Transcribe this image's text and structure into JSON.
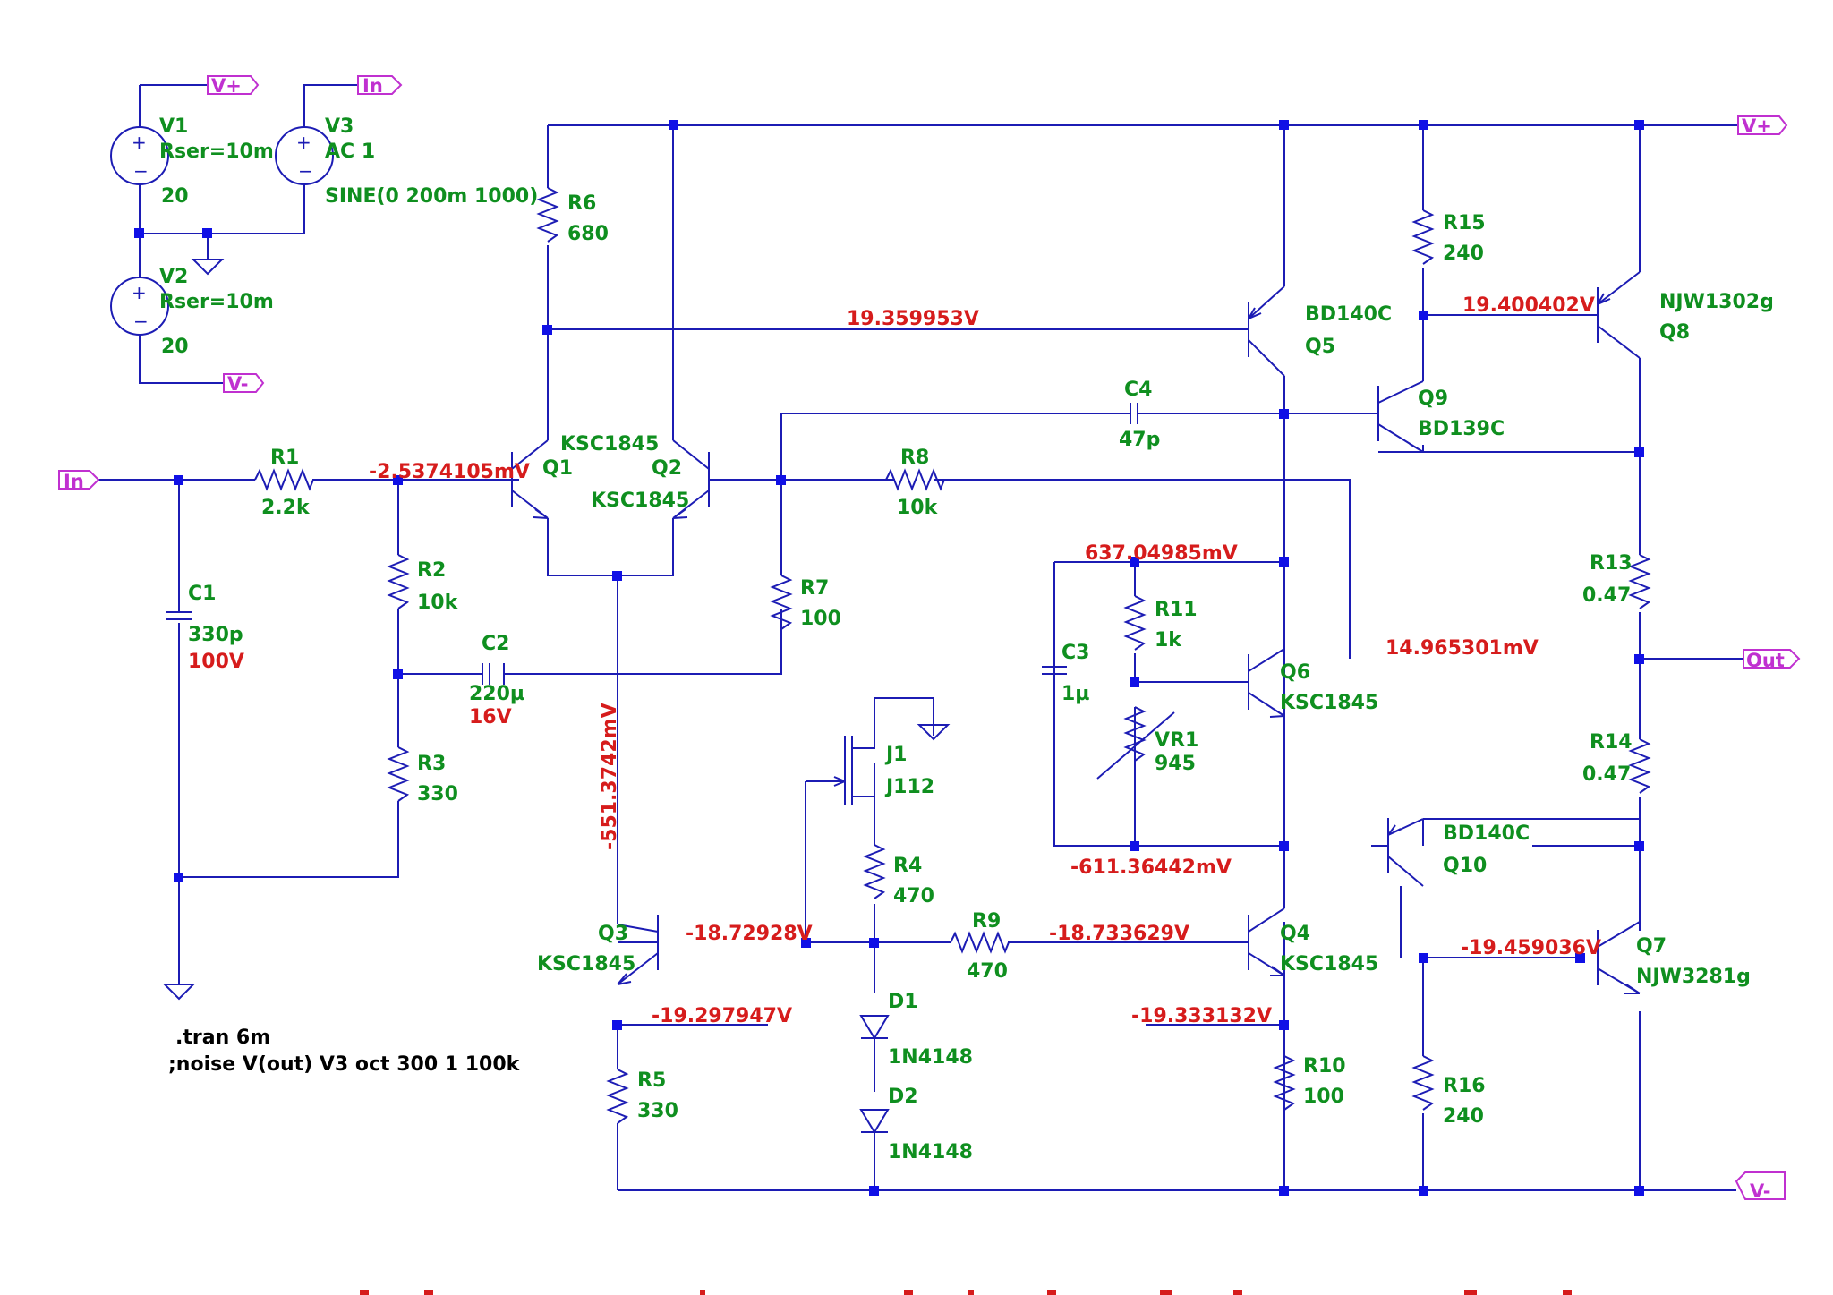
{
  "colors": {
    "wire": "#1c1cb4",
    "junction": "#1010e6",
    "component_label": "#0f8f1f",
    "node_voltage": "#d61c1c",
    "net_label": "#c030d0",
    "directive": "#000000"
  },
  "nets": {
    "vplus": "V+",
    "vminus": "V-",
    "in": "In",
    "out": "Out"
  },
  "components": {
    "V1": {
      "name": "V1",
      "param": "Rser=10m",
      "value": "20"
    },
    "V2": {
      "name": "V2",
      "param": "Rser=10m",
      "value": "20"
    },
    "V3": {
      "name": "V3",
      "param": "AC 1",
      "value": "SINE(0 200m 1000)"
    },
    "R1": {
      "name": "R1",
      "value": "2.2k"
    },
    "R2": {
      "name": "R2",
      "value": "10k"
    },
    "R3": {
      "name": "R3",
      "value": "330"
    },
    "R4": {
      "name": "R4",
      "value": "470"
    },
    "R5": {
      "name": "R5",
      "value": "330"
    },
    "R6": {
      "name": "R6",
      "value": "680"
    },
    "R7": {
      "name": "R7",
      "value": "100"
    },
    "R8": {
      "name": "R8",
      "value": "10k"
    },
    "R9": {
      "name": "R9",
      "value": "470"
    },
    "R10": {
      "name": "R10",
      "value": "100"
    },
    "R11": {
      "name": "R11",
      "value": "1k"
    },
    "R13": {
      "name": "R13",
      "value": "0.47"
    },
    "R14": {
      "name": "R14",
      "value": "0.47"
    },
    "R15": {
      "name": "R15",
      "value": "240"
    },
    "R16": {
      "name": "R16",
      "value": "240"
    },
    "VR1": {
      "name": "VR1",
      "value": "945"
    },
    "C1": {
      "name": "C1",
      "value": "330p",
      "rating": "100V"
    },
    "C2": {
      "name": "C2",
      "value": "220µ",
      "rating": "16V"
    },
    "C3": {
      "name": "C3",
      "value": "1µ"
    },
    "C4": {
      "name": "C4",
      "value": "47p"
    },
    "Q1": {
      "name": "Q1",
      "model": "KSC1845"
    },
    "Q2": {
      "name": "Q2",
      "model": "KSC1845"
    },
    "Q3": {
      "name": "Q3",
      "model": "KSC1845"
    },
    "Q4": {
      "name": "Q4",
      "model": "KSC1845"
    },
    "Q5": {
      "name": "Q5",
      "model": "BD140C"
    },
    "Q6": {
      "name": "Q6",
      "model": "KSC1845"
    },
    "Q7": {
      "name": "Q7",
      "model": "NJW3281g"
    },
    "Q8": {
      "name": "Q8",
      "model": "NJW1302g"
    },
    "Q9": {
      "name": "Q9",
      "model": "BD139C"
    },
    "Q10": {
      "name": "Q10",
      "model": "BD140C"
    },
    "J1": {
      "name": "J1",
      "model": "J112"
    },
    "D1": {
      "name": "D1",
      "model": "1N4148"
    },
    "D2": {
      "name": "D2",
      "model": "1N4148"
    }
  },
  "node_voltages": {
    "q1_base": "-2.5374105mV",
    "q5_base": "19.359953V",
    "q8_base": "19.400402V",
    "vbe_top": "637.04985mV",
    "out": "14.965301mV",
    "vbe_bottom": "-611.36442mV",
    "tail": "-551.3742mV",
    "q3_base": "-18.72928V",
    "q4_base": "-18.733629V",
    "q7_base": "-19.459036V",
    "q3_emitter": "-19.297947V",
    "q4_emitter": "-19.333132V"
  },
  "directives": {
    "tran": ".tran 6m",
    "noise": ";noise V(out) V3 oct 300 1 100k"
  }
}
